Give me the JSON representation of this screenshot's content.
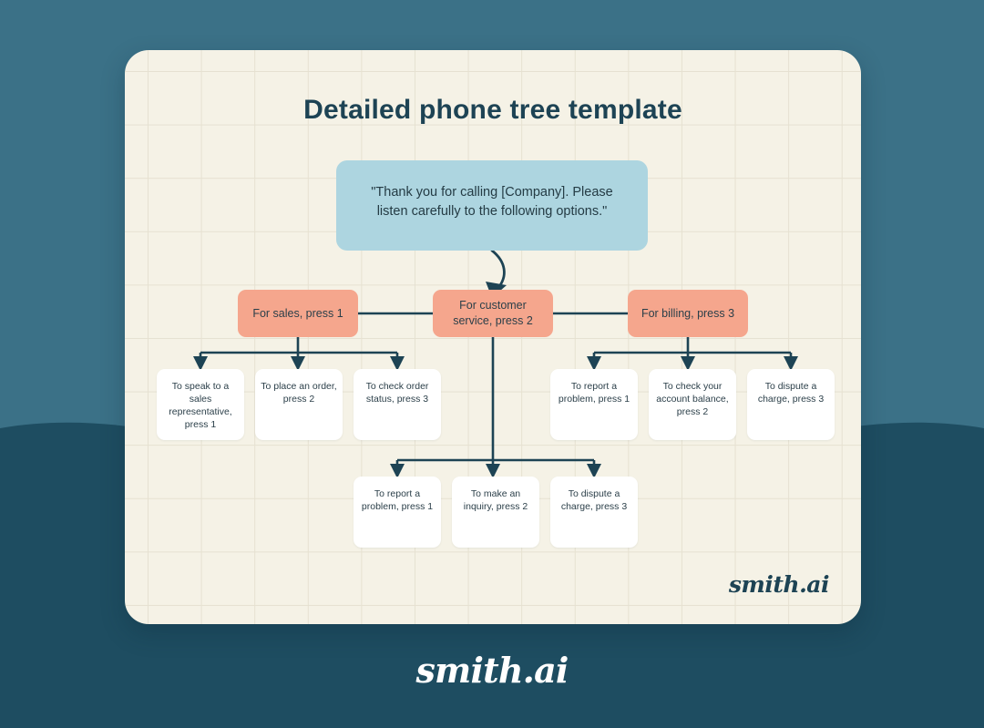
{
  "theme": {
    "page_bg": "#3b7187",
    "wave_bg": "#1e4d61",
    "card_bg": "#f5f2e6",
    "grid_line": "#e6e1d1",
    "ink": "#1d4354",
    "greeting_bg": "#add5e0",
    "option_bg": "#f5a68d",
    "leaf_bg": "#ffffff"
  },
  "card": {
    "title": "Detailed phone tree template",
    "logo": "smith.ai"
  },
  "page": {
    "logo": "smith.ai"
  },
  "tree": {
    "greeting": "\"Thank you for calling [Company]. Please listen carefully to the following options.\"",
    "options": [
      {
        "label": "For sales, press 1",
        "children": [
          "To speak to a sales representative, press 1",
          "To place an order, press 2",
          "To check order status, press 3"
        ]
      },
      {
        "label": "For customer service, press 2",
        "children": [
          "To report a problem, press 1",
          "To make an inquiry, press 2",
          "To dispute a charge, press 3"
        ]
      },
      {
        "label": "For billing, press 3",
        "children": [
          "To report a problem, press 1",
          "To check your account balance, press 2",
          "To dispute a charge, press 3"
        ]
      }
    ]
  }
}
